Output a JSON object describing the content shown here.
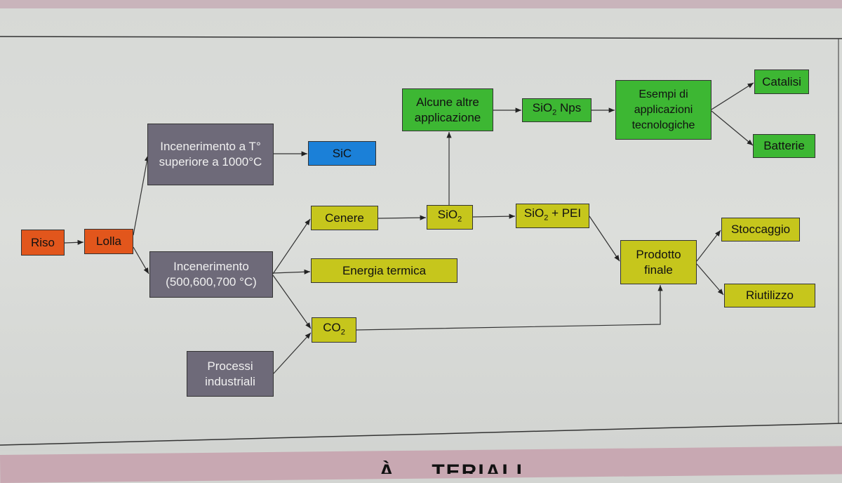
{
  "nodes": {
    "riso": "Riso",
    "lolla": "Lolla",
    "incenerimento_alto": "Incenerimento a T° superiore a 1000°C",
    "sic": "SiC",
    "incenerimento_basso": "Incenerimento (500,600,700 °C)",
    "cenere": "Cenere",
    "energia_termica": "Energia termica",
    "co2_main": "CO",
    "co2_sub": "2",
    "processi_industriali": "Processi industriali",
    "sio2_main": "SiO",
    "sio2_sub": "2",
    "sio2_pei_main": "SiO",
    "sio2_pei_sub": "2",
    "sio2_pei_rest": " + PEI",
    "alcune_altre": "Alcune altre applicazione",
    "sio2_nps_main": "SiO",
    "sio2_nps_sub": "2",
    "sio2_nps_rest": " Nps",
    "esempi": "Esempi di applicazioni tecnologiche",
    "catalisi": "Catalisi",
    "batterie": "Batterie",
    "prodotto_finale": "Prodotto finale",
    "stoccaggio": "Stoccaggio",
    "riutilizzo": "Riutilizzo"
  },
  "footer_title": "À ... TERIALI",
  "colors": {
    "orange": "#e2561c",
    "grey": "#6e6a79",
    "blue": "#1b80d8",
    "yellow": "#c6c61c",
    "green": "#3db733"
  }
}
